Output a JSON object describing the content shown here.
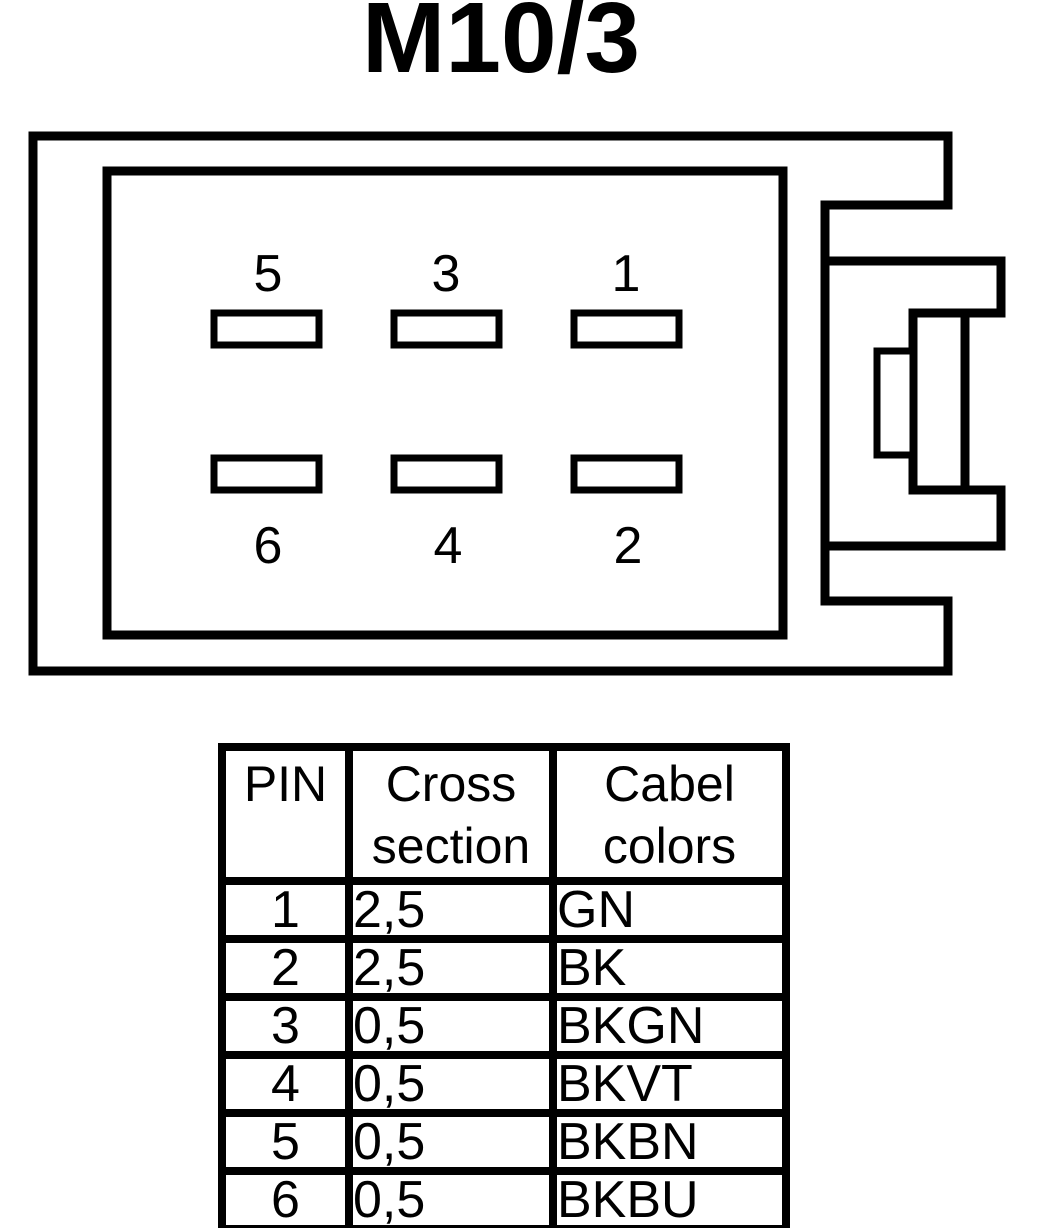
{
  "title": "M10/3",
  "connector": {
    "pin_labels": [
      "5",
      "3",
      "1",
      "6",
      "4",
      "2"
    ]
  },
  "table": {
    "headers": {
      "pin": "PIN",
      "cross_section": "Cross section",
      "cable_colors": "Cabel colors"
    },
    "rows": [
      {
        "pin": "1",
        "cross_section": "2,5",
        "cable_color": "GN"
      },
      {
        "pin": "2",
        "cross_section": "2,5",
        "cable_color": "BK"
      },
      {
        "pin": "3",
        "cross_section": "0,5",
        "cable_color": "BKGN"
      },
      {
        "pin": "4",
        "cross_section": "0,5",
        "cable_color": "BKVT"
      },
      {
        "pin": "5",
        "cross_section": "0,5",
        "cable_color": "BKBN"
      },
      {
        "pin": "6",
        "cross_section": "0,5",
        "cable_color": "BKBU"
      }
    ]
  },
  "colors": {
    "line": "#000000",
    "background": "#ffffff"
  }
}
